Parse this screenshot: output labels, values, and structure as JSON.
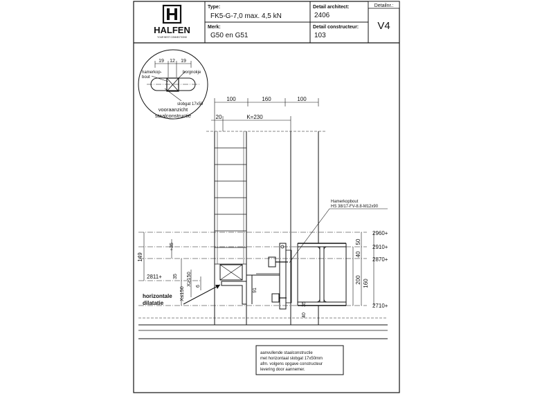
{
  "logo": {
    "name": "HALFEN",
    "tagline": "YOUR BEST CONNECTIONS"
  },
  "title_block": {
    "type_label": "Type:",
    "type_value": "FK5-G-7,0 max. 4,5 kN",
    "merk_label": "Merk:",
    "merk_value": "G50 en G51",
    "architect_label": "Detail architect:",
    "architect_value": "2406",
    "constructeur_label": "Detail constructeur:",
    "constructeur_value": "103",
    "detailnr_label": "Detailnr.:",
    "detailnr_value": "V4"
  },
  "detail_circle": {
    "dims": [
      "19",
      "12",
      "19"
    ],
    "labels": [
      "hamerkop-",
      "bout",
      "borgnokje",
      "slobgat 17x50",
      "vooraanzicht",
      "staalconstructie"
    ]
  },
  "top_dims": [
    "100",
    "160",
    "100"
  ],
  "dim_20": "20",
  "dim_k": "K=230",
  "bolt_label_1": "Hamerkopbout",
  "bolt_label_2": "HS 38/17-FV-8.8-M12x90",
  "levels": [
    "2960+",
    "2910+",
    "2870+",
    "2811+",
    "2710+"
  ],
  "vert_dims": {
    "d149": "149",
    "d35a": "+35",
    "d35b": "35",
    "xmax": "X≤150",
    "xmin": "X≥150",
    "d6": "6",
    "d50": "50",
    "d40": "40",
    "d200": "200",
    "d160": "160",
    "d91": "91",
    "d35c": "35",
    "d40b": "40"
  },
  "joint_label_1": "horizontale",
  "joint_label_2": "dilatatie",
  "note_lines": [
    "aanvullende staalconstructie",
    "met horizontaal slobgat 17x50mm",
    "afm. volgens opgave constructeur",
    "levering door aannemer."
  ]
}
